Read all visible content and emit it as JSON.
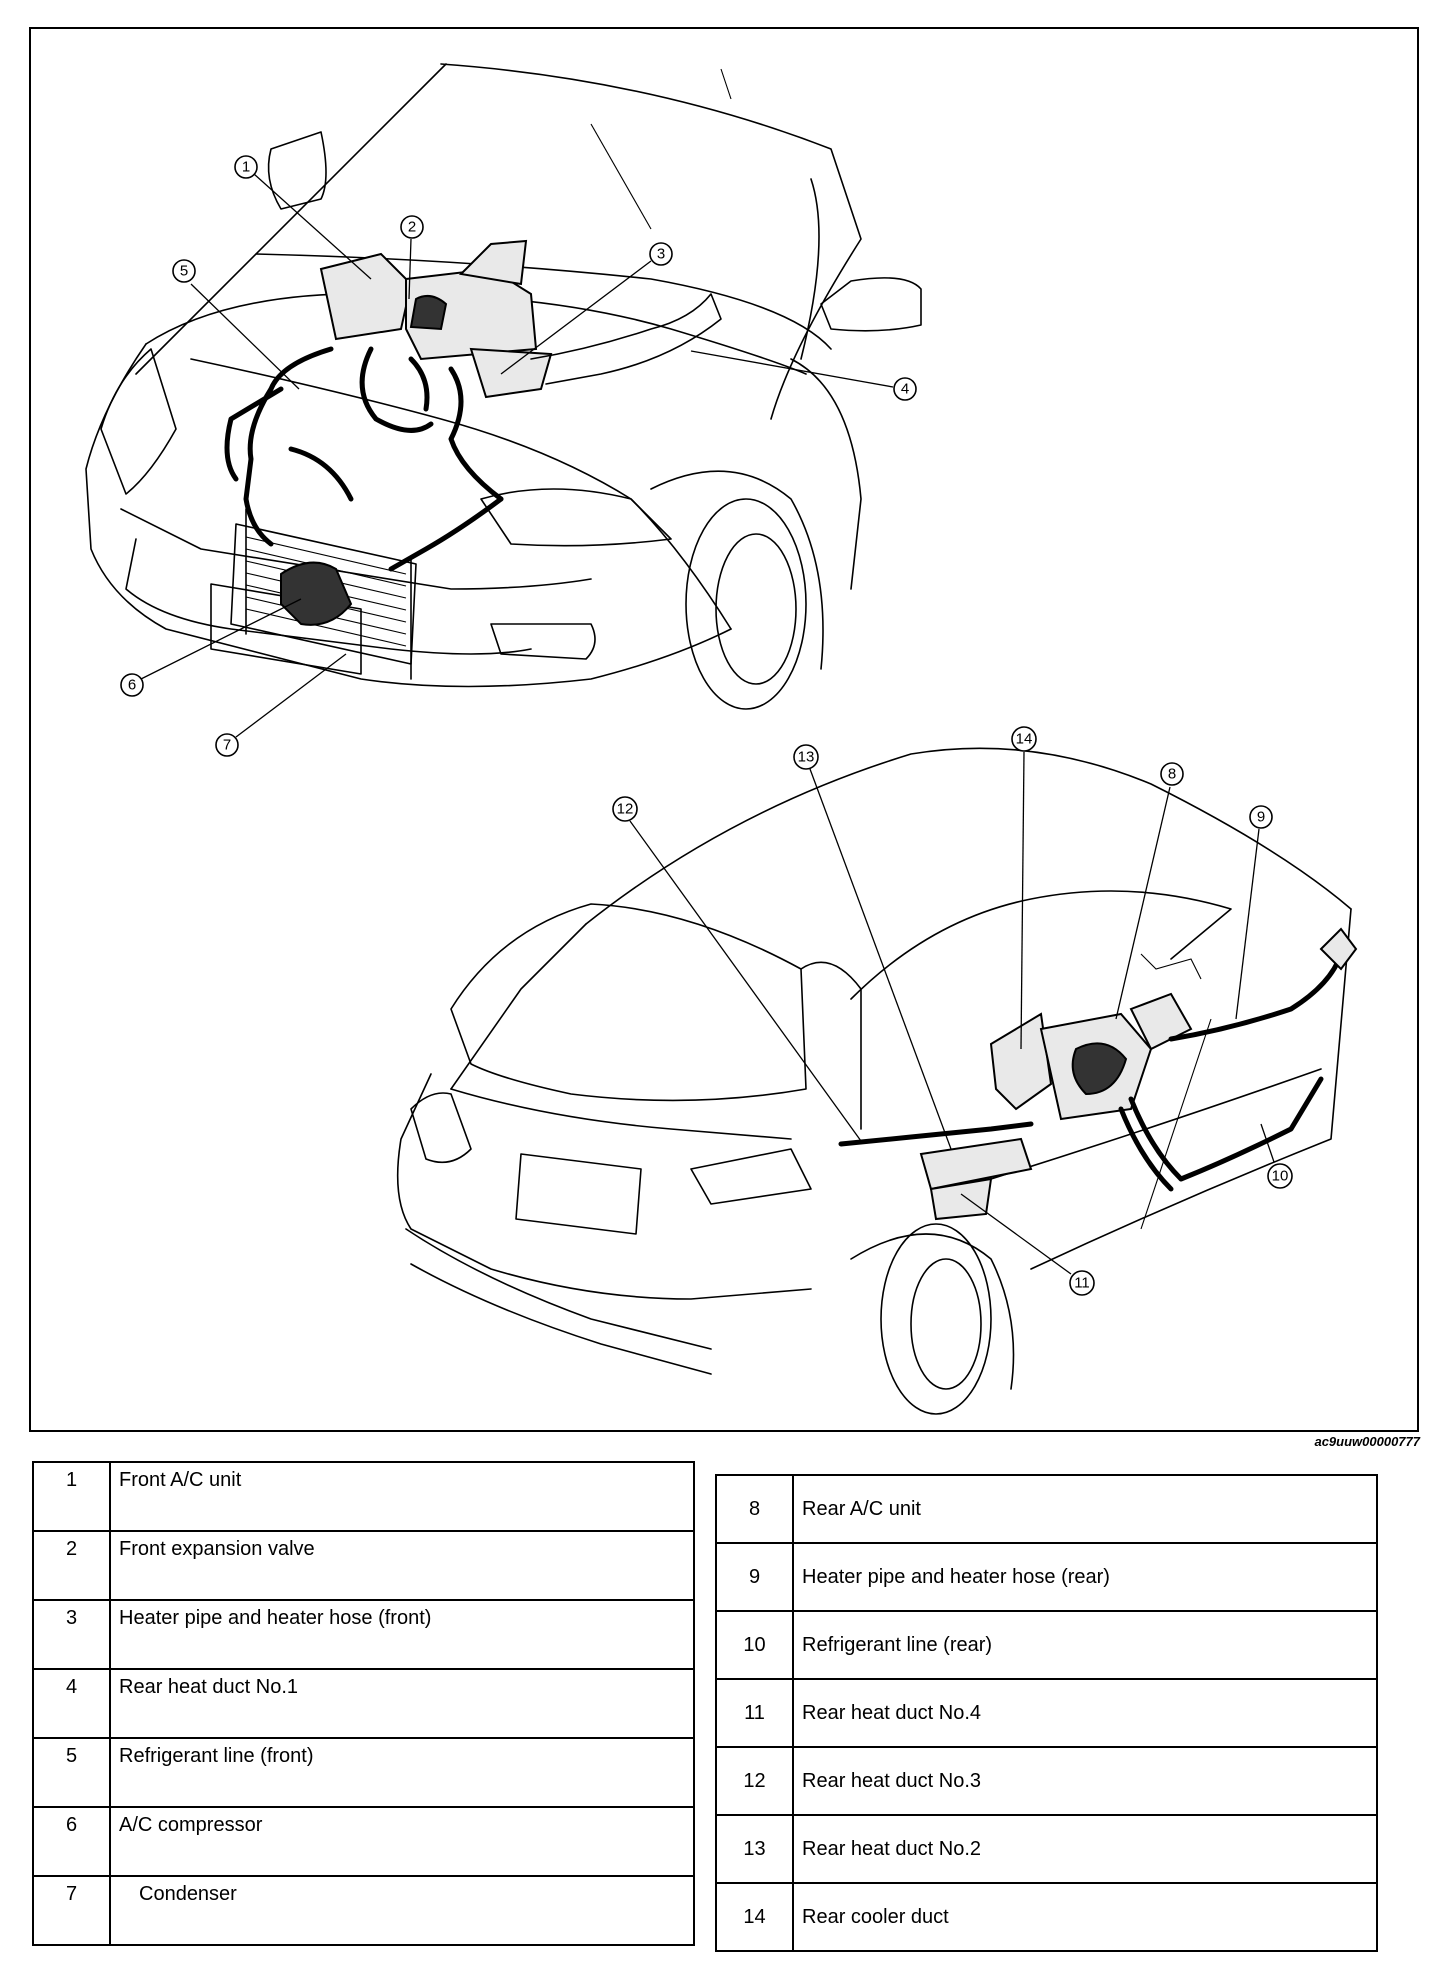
{
  "figure": {
    "image_code": "ac9uuw00000777",
    "callouts": [
      "1",
      "2",
      "3",
      "4",
      "5",
      "6",
      "7",
      "8",
      "9",
      "10",
      "11",
      "12",
      "13",
      "14"
    ]
  },
  "legend_left": [
    {
      "num": "1",
      "label": "Front A/C unit"
    },
    {
      "num": "2",
      "label": "Front expansion valve"
    },
    {
      "num": "3",
      "label": "Heater pipe and heater hose (front)"
    },
    {
      "num": "4",
      "label": "Rear heat duct No.1"
    },
    {
      "num": "5",
      "label": "Refrigerant line (front)"
    },
    {
      "num": "6",
      "label": "A/C compressor"
    },
    {
      "num": "7",
      "label": "Condenser"
    }
  ],
  "legend_right": [
    {
      "num": "8",
      "label": "Rear A/C unit"
    },
    {
      "num": "9",
      "label": "Heater pipe and heater hose (rear)"
    },
    {
      "num": "10",
      "label": "Refrigerant line (rear)"
    },
    {
      "num": "11",
      "label": "Rear heat duct No.4"
    },
    {
      "num": "12",
      "label": "Rear heat duct No.3"
    },
    {
      "num": "13",
      "label": "Rear heat duct No.2"
    },
    {
      "num": "14",
      "label": "Rear cooler duct"
    }
  ]
}
